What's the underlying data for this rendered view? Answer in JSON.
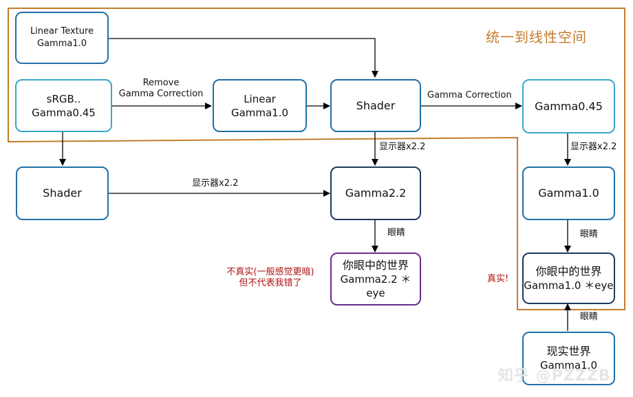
{
  "region_title": "统一到线性空间",
  "nodes": {
    "linear_texture": {
      "line1": "Linear Texture",
      "line2": "Gamma1.0"
    },
    "srgb": {
      "line1": "sRGB..",
      "line2": "Gamma0.45"
    },
    "linear": {
      "line1": "Linear",
      "line2": "Gamma1.0"
    },
    "shader_top": {
      "line1": "Shader"
    },
    "gamma045": {
      "line1": "Gamma0.45"
    },
    "shader_left": {
      "line1": "Shader"
    },
    "gamma22": {
      "line1": "Gamma2.2"
    },
    "gamma10": {
      "line1": "Gamma1.0"
    },
    "eye_world_mid": {
      "line1": "你眼中的世界",
      "line2": "Gamma2.2 ＊eye"
    },
    "eye_world_right": {
      "line1": "你眼中的世界",
      "line2": "Gamma1.0 ＊eye"
    },
    "real_world": {
      "line1": "现实世界",
      "line2": "Gamma1.0"
    }
  },
  "edge_labels": {
    "remove_gamma_line1": "Remove",
    "remove_gamma_line2": "Gamma Correction",
    "gamma_correction": "Gamma Correction",
    "display_top_mid": "显示器x2.2",
    "display_left": "显示器x2.2",
    "display_right": "显示器x2.2",
    "eyes_mid": "眼睛",
    "eyes_right": "眼睛",
    "eyes_bottom": "眼睛"
  },
  "annotations": {
    "not_real_line1": "不真实(一般感觉更暗)",
    "not_real_line2": "但不代表我错了",
    "real": "真实!"
  },
  "watermark": "知乎 @PZZZB",
  "colors": {
    "box_border": "#1f6fa8",
    "box_border_light": "#3aa6c8",
    "box_border_dark": "#1e3a5c",
    "box_border_purple": "#6a2c8a",
    "region_border": "#c47b2b",
    "annotation_red": "#b01010"
  }
}
